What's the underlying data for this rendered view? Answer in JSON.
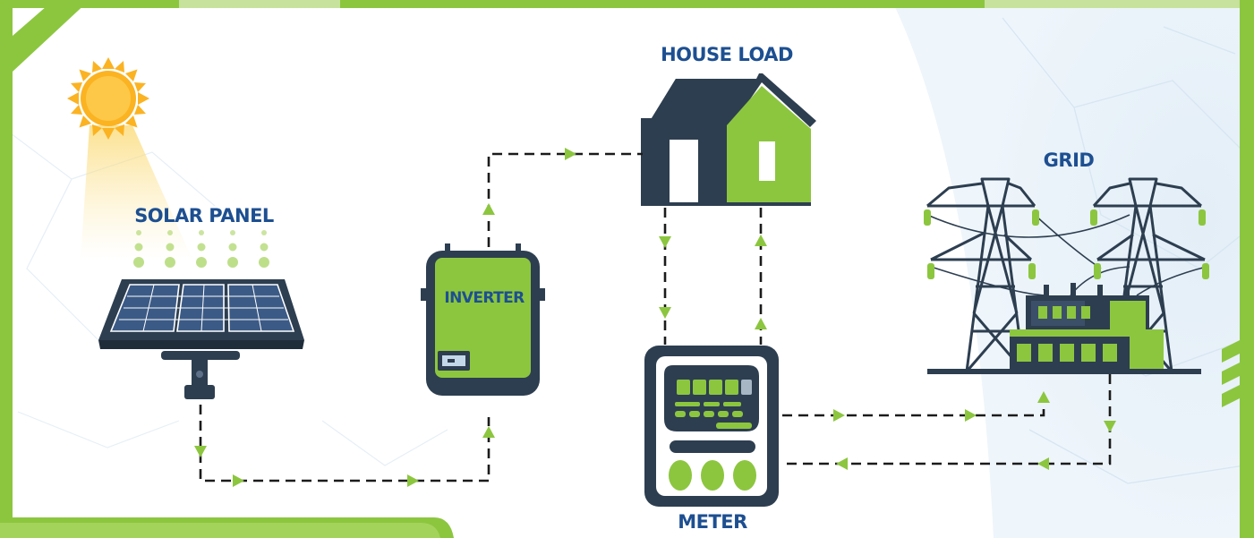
{
  "labels": {
    "solar_panel": "SOLAR PANEL",
    "inverter": "INVERTER",
    "house_load": "HOUSE LOAD",
    "meter": "METER",
    "grid": "GRID"
  },
  "icons": {
    "sun": "sun-icon",
    "solar_panel": "solar-panel-icon",
    "inverter": "inverter-icon",
    "house": "house-icon",
    "meter": "electricity-meter-icon",
    "grid": "transmission-tower-icon"
  },
  "colors": {
    "accent_green": "#8cc63f",
    "dark_navy": "#27384a",
    "label_blue": "#1d4f91",
    "sun_yellow": "#fbb322",
    "flow_line": "#1b1b1b"
  }
}
